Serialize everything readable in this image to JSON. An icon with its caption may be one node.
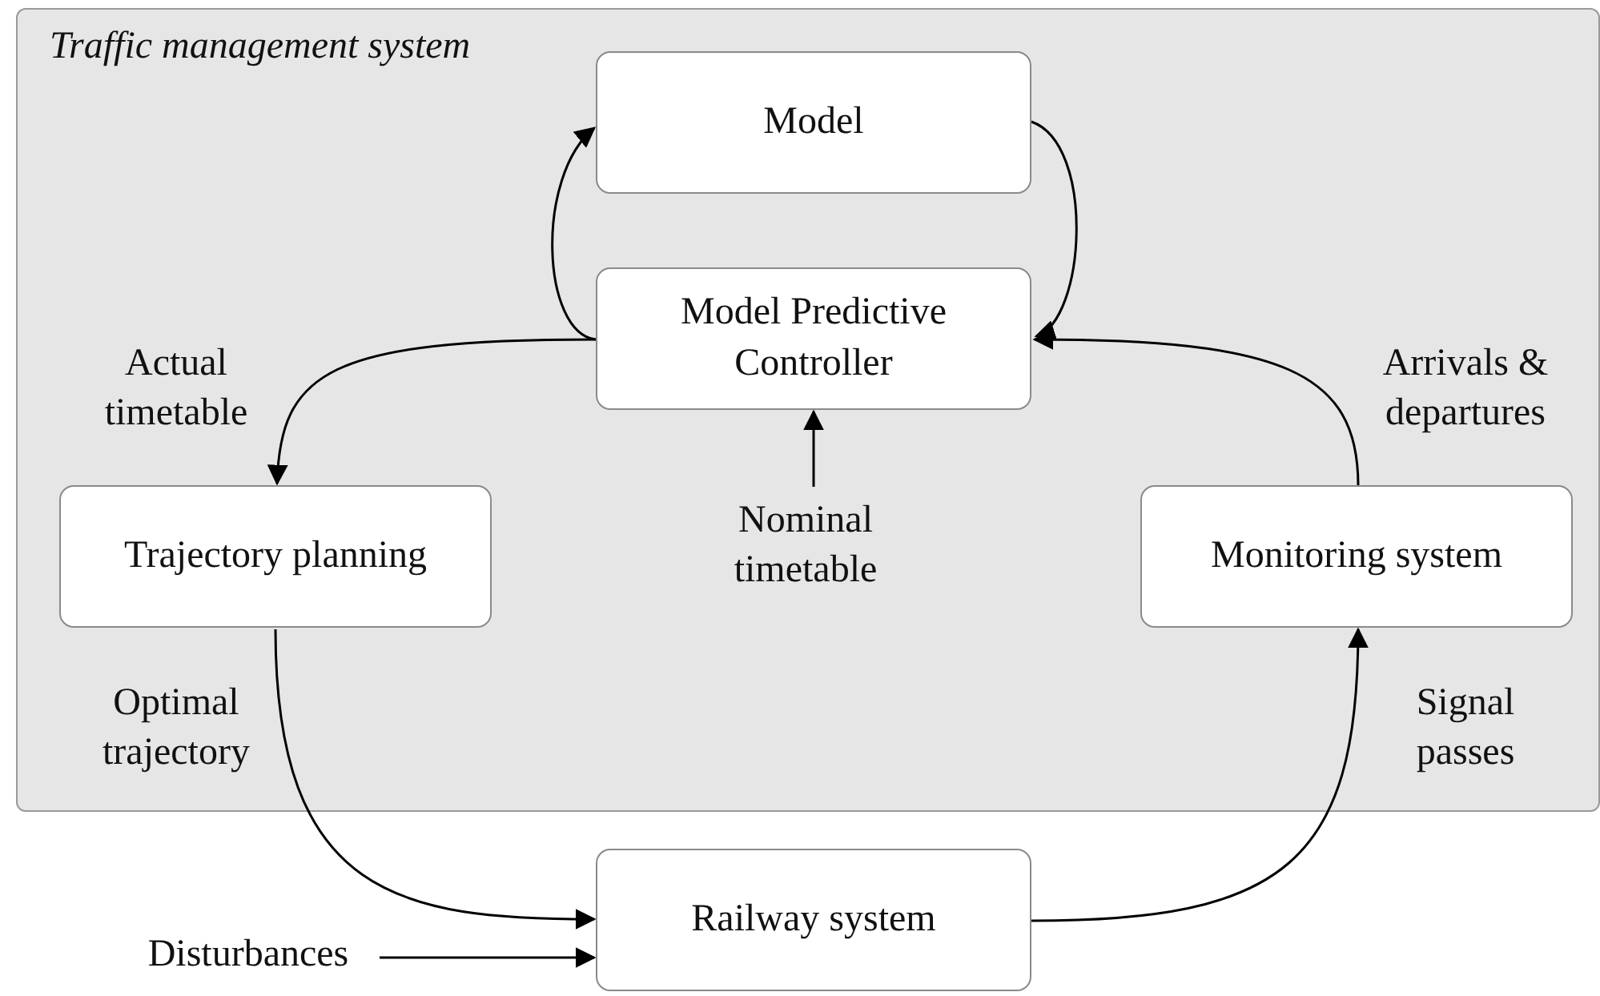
{
  "diagram": {
    "nodes": [
      {
        "text": [
          "Traffic management system"
        ]
      },
      {
        "text": [
          "Model"
        ],
        "in": 0
      },
      {
        "text": [
          "Model Predictive Controller"
        ],
        "in": 0
      },
      {
        "text": [
          "Trajectory planning"
        ],
        "in": 0
      },
      {
        "text": [
          "Monitoring system"
        ],
        "in": 0
      },
      {
        "text": [
          "Nominal timetable"
        ],
        "in": 0
      },
      {
        "text": [
          "Railway system"
        ]
      },
      {
        "text": [
          "Disturbances"
        ]
      }
    ],
    "edges": [
      {
        "from": 2,
        "to": 1,
        "arrow": "to"
      },
      {
        "from": 1,
        "to": 2,
        "arrow": "to"
      },
      {
        "from": 2,
        "to": 3,
        "arrow": "to",
        "label": "Actual timetable"
      },
      {
        "from": 5,
        "to": 2,
        "arrow": "to"
      },
      {
        "from": 4,
        "to": 2,
        "arrow": "to",
        "label": "Arrivals & departures"
      },
      {
        "from": 3,
        "to": 6,
        "arrow": "to",
        "label": "Optimal trajectory"
      },
      {
        "from": 6,
        "to": 4,
        "arrow": "to",
        "label": "Signal passes"
      },
      {
        "from": 7,
        "to": 6,
        "arrow": "to"
      }
    ]
  }
}
